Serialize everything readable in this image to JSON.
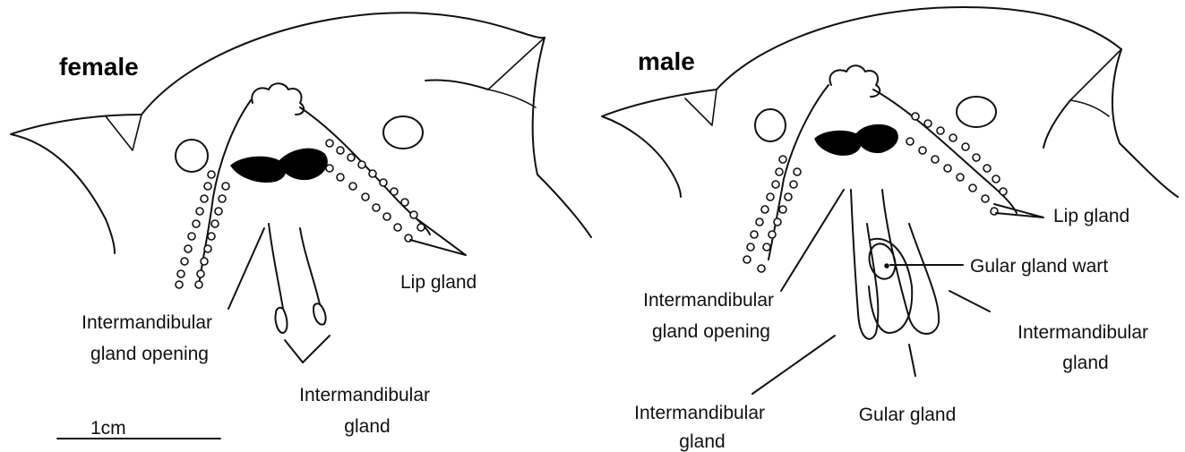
{
  "panels": {
    "female": {
      "title": "female",
      "labels": {
        "intermandibular_gland_opening": [
          "Intermandibular",
          "gland opening"
        ],
        "intermandibular_gland": [
          "Intermandibular",
          "gland"
        ],
        "lip_gland": "Lip gland"
      }
    },
    "male": {
      "title": "male",
      "labels": {
        "lip_gland": "Lip gland",
        "gular_gland_wart": "Gular gland wart",
        "intermandibular_gland_opening": [
          "Intermandibular",
          "gland opening"
        ],
        "intermandibular_gland_right": [
          "Intermandibular",
          "gland"
        ],
        "intermandibular_gland_left": [
          "Intermandibular",
          "gland"
        ],
        "gular_gland": "Gular gland"
      }
    }
  },
  "scale_bar": {
    "label": "1cm"
  },
  "colors": {
    "ink": "#111111",
    "background": "#ffffff"
  }
}
